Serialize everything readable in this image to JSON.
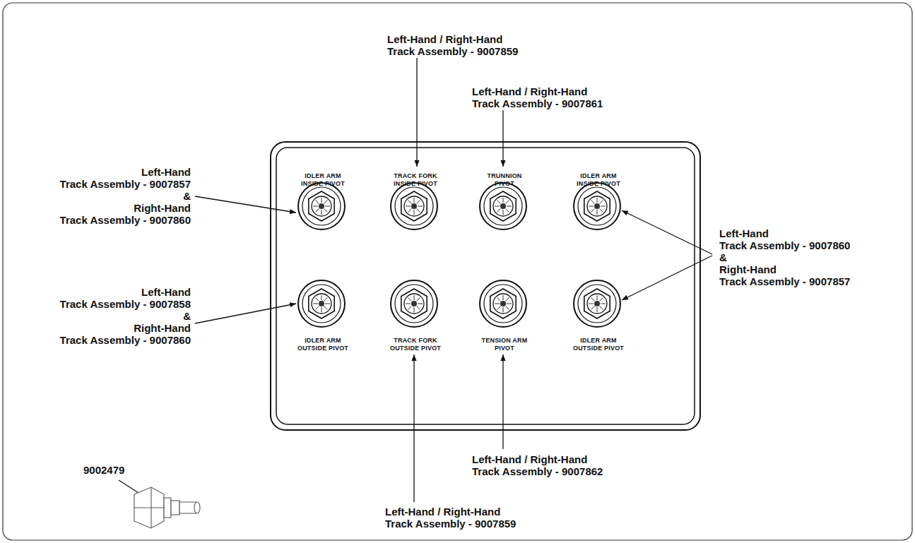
{
  "diagram": {
    "nodes": [
      {
        "text": [
          "IDLER ARM INSIDE PIVOT",
          "TRACK FORK INSIDE PIVOT",
          "TRUNNION PIVOT",
          "IDLER ARM INSIDE PIVOT",
          "IDLER ARM OUTSIDE PIVOT",
          "TRACK FORK OUTSIDE PIVOT",
          "TENSION ARM PIVOT",
          "IDLER ARM OUTSIDE PIVOT"
        ]
      }
    ],
    "labels": [
      "Left-Hand / Right-Hand Track Assembly - 9007859",
      "Left-Hand / Right-Hand Track Assembly - 9007861",
      "Left-Hand Track Assembly - 9007857 & Right-Hand Track Assembly - 9007860",
      "Left-Hand Track Assembly - 9007858 & Right-Hand Track Assembly - 9007860",
      "Left-Hand Track Assembly - 9007860 & Right-Hand Track Assembly - 9007857",
      "Left-Hand / Right-Hand Track Assembly - 9007862",
      "Left-Hand / Right-Hand Track Assembly - 9007859",
      "9002479"
    ]
  }
}
